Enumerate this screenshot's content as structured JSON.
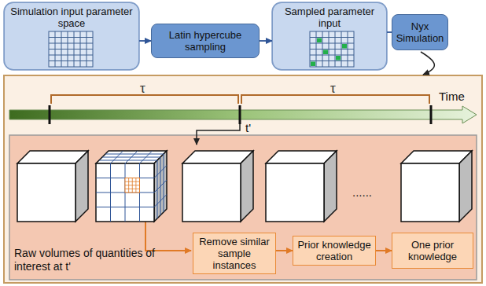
{
  "diagram": {
    "nodes": [
      {
        "text": [
          "Simulation input parameter space"
        ]
      },
      {
        "text": [
          "Latin hypercube sampling"
        ]
      },
      {
        "text": [
          "Sampled parameter input"
        ]
      },
      {
        "text": [
          "Nyx Simulation"
        ]
      },
      {
        "text": [
          "Remove similar sample instances"
        ]
      },
      {
        "text": [
          "Prior knowledge creation"
        ]
      },
      {
        "text": [
          "One prior knowledge"
        ]
      }
    ],
    "edges": [
      {
        "from": 0,
        "to": 1,
        "arrow": "to"
      },
      {
        "from": 1,
        "to": 2,
        "arrow": "to"
      },
      {
        "from": 2,
        "to": 3,
        "arrow": "none"
      },
      {
        "from": 4,
        "to": 5,
        "arrow": "to"
      },
      {
        "from": 5,
        "to": 6,
        "arrow": "to"
      }
    ],
    "labels": [
      "Time",
      "τ",
      "τ",
      "t'",
      "Raw volumes of quantities of interest at t'",
      "......"
    ]
  }
}
